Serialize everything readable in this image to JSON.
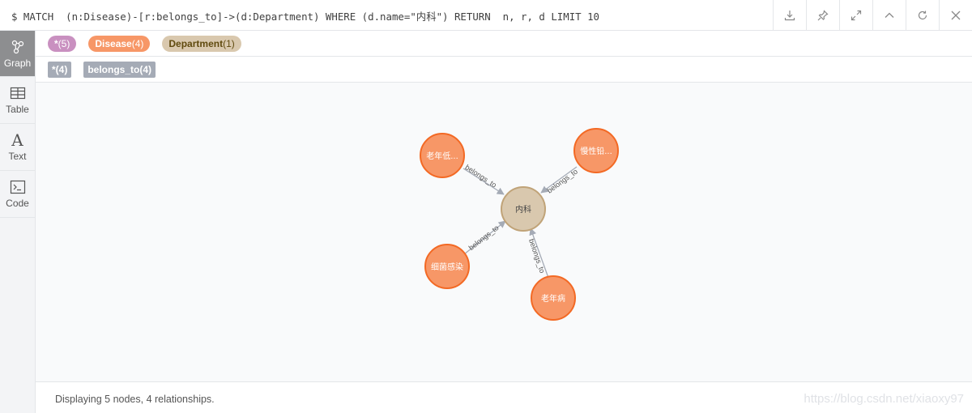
{
  "query": {
    "text": "$ MATCH  (n:Disease)-[r:belongs_to]->(d:Department) WHERE (d.name=\"内科\") RETURN  n, r, d LIMIT 10"
  },
  "toolbar": {
    "buttons": [
      {
        "icon": "download-icon"
      },
      {
        "icon": "pin-icon"
      },
      {
        "icon": "expand-icon"
      },
      {
        "icon": "collapse-icon"
      },
      {
        "icon": "rerun-icon"
      },
      {
        "icon": "close-icon"
      }
    ]
  },
  "rail": {
    "graph": "Graph",
    "table": "Table",
    "text": "Text",
    "text_glyph": "A",
    "code": "Code"
  },
  "legend": {
    "labels": [
      {
        "name": "*",
        "count": "(5)"
      },
      {
        "name": "Disease",
        "count": "(4)"
      },
      {
        "name": "Department",
        "count": "(1)"
      }
    ],
    "relationships": [
      {
        "name": "*",
        "count": "(4)"
      },
      {
        "name": "belongs_to",
        "count": "(4)"
      }
    ]
  },
  "graph": {
    "center": {
      "label": "内科",
      "type": "Department"
    },
    "nodes": [
      {
        "label": "老年低...",
        "type": "Disease"
      },
      {
        "label": "慢性铅...",
        "type": "Disease"
      },
      {
        "label": "细菌感染",
        "type": "Disease"
      },
      {
        "label": "老年病",
        "type": "Disease"
      }
    ],
    "edge_label": "belongs_to"
  },
  "colors": {
    "disease_fill": "#f79767",
    "disease_stroke": "#f36924",
    "department_fill": "#d9c8ae",
    "department_stroke": "#c0a378",
    "edge": "#a5abb6"
  },
  "status": {
    "text": "Displaying 5 nodes, 4 relationships.",
    "watermark": "https://blog.csdn.net/xiaoxy97"
  }
}
